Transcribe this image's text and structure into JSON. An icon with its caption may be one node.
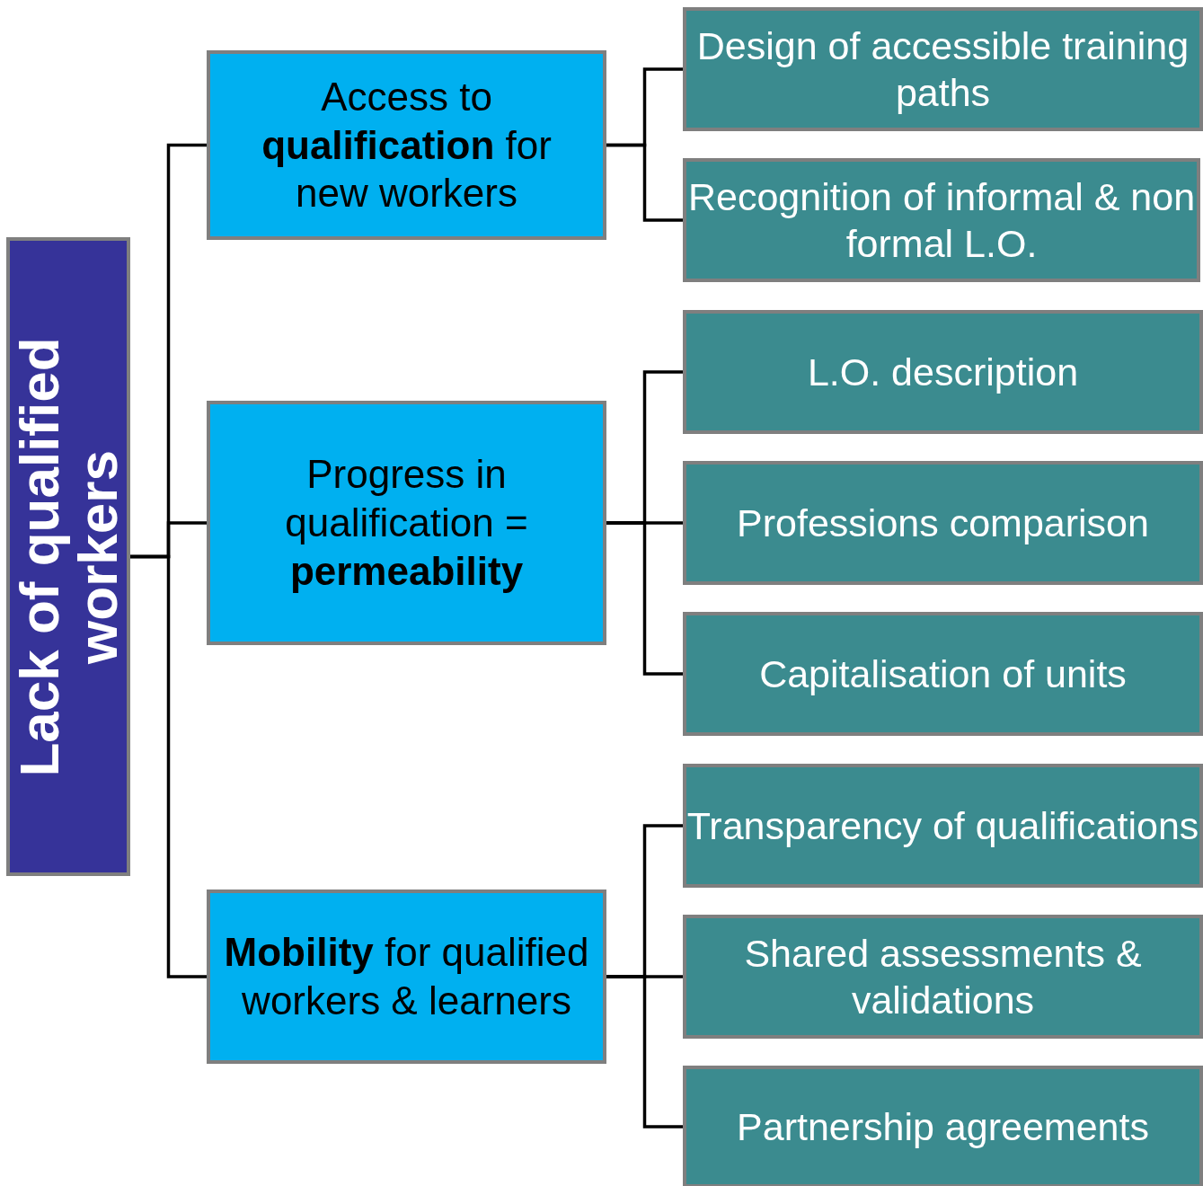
{
  "diagram": {
    "nodes": [
      {
        "text": [
          "Lack of qualified workers"
        ]
      },
      {
        "text": [
          "Access to **qualification** for new workers"
        ]
      },
      {
        "text": [
          "Design of accessible training paths"
        ]
      },
      {
        "text": [
          "Recognition of informal & non formal L.O."
        ]
      },
      {
        "text": [
          "Progress in qualification = **permeability**"
        ]
      },
      {
        "text": [
          "L.O. description"
        ]
      },
      {
        "text": [
          "Professions comparison"
        ]
      },
      {
        "text": [
          "Capitalisation of units"
        ]
      },
      {
        "text": [
          "**Mobility** for qualified workers & learners"
        ]
      },
      {
        "text": [
          "Transparency of qualifications"
        ]
      },
      {
        "text": [
          "Shared assessments & validations"
        ]
      },
      {
        "text": [
          "Partnership agreements"
        ]
      }
    ],
    "edges": [
      {
        "from": 0,
        "to": 1,
        "arrow": "none"
      },
      {
        "from": 0,
        "to": 4,
        "arrow": "none"
      },
      {
        "from": 0,
        "to": 8,
        "arrow": "none"
      },
      {
        "from": 1,
        "to": 2,
        "arrow": "none"
      },
      {
        "from": 1,
        "to": 3,
        "arrow": "none"
      },
      {
        "from": 4,
        "to": 5,
        "arrow": "none"
      },
      {
        "from": 4,
        "to": 6,
        "arrow": "none"
      },
      {
        "from": 4,
        "to": 7,
        "arrow": "none"
      },
      {
        "from": 8,
        "to": 9,
        "arrow": "none"
      },
      {
        "from": 8,
        "to": 10,
        "arrow": "none"
      },
      {
        "from": 8,
        "to": 11,
        "arrow": "none"
      }
    ]
  }
}
